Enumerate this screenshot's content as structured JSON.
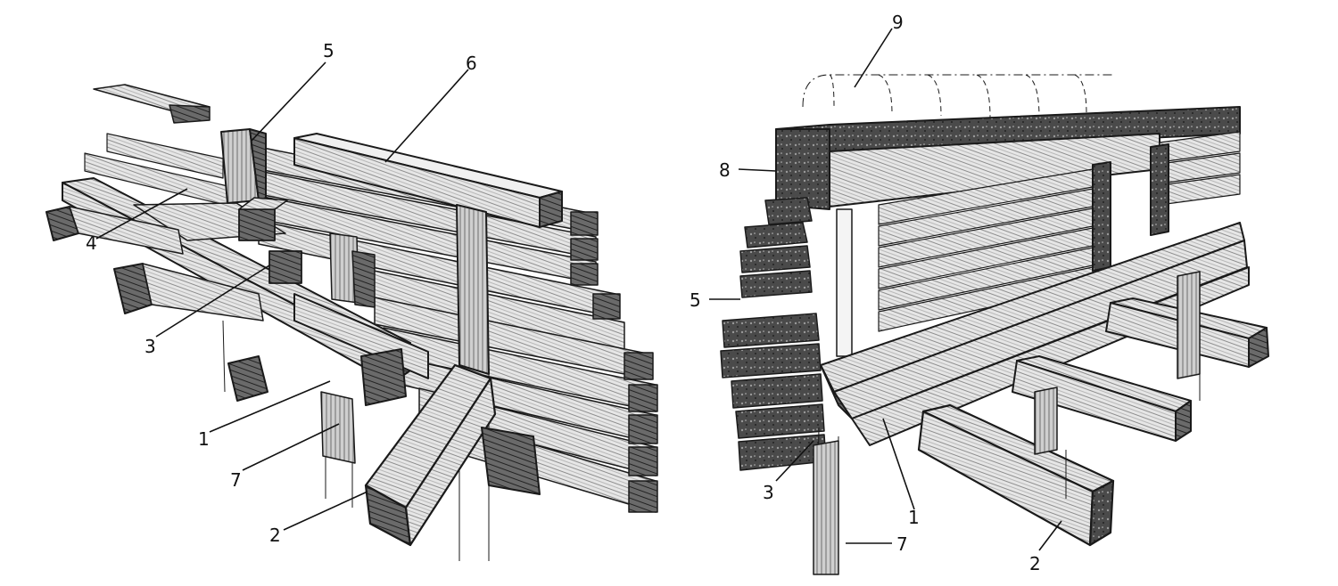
{
  "figure_left": {
    "labels": {
      "l1": "1",
      "l2": "2",
      "l3": "3",
      "l4": "4",
      "l5": "5",
      "l6": "6",
      "l7": "7"
    }
  },
  "figure_right": {
    "labels": {
      "l1": "1",
      "l2": "2",
      "l3": "3",
      "l5": "5",
      "l7": "7",
      "l8": "8",
      "l9": "9"
    }
  },
  "colors": {
    "ink": "#1a1a1a",
    "wood_light": "#d9d9d9",
    "wood_mid": "#9a9a9a",
    "wood_dark": "#3a3a3a"
  }
}
